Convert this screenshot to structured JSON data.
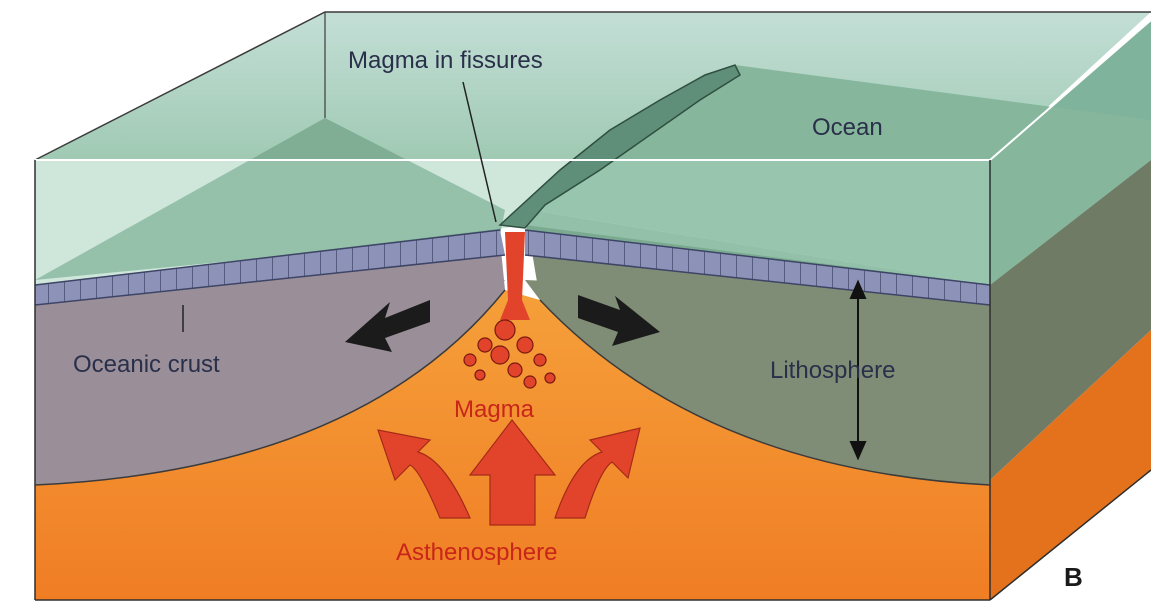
{
  "labels": {
    "magma_in_fissures": "Magma in fissures",
    "ocean": "Ocean",
    "oceanic_crust": "Oceanic crust",
    "lithosphere": "Lithosphere",
    "magma": "Magma",
    "asthenosphere": "Asthenosphere",
    "figure_letter": "B"
  },
  "colors": {
    "ocean_top": "#9ec9b4",
    "ocean_front": "#8fc0a6",
    "crust": "#8d93b8",
    "lithosphere_left": "#9a8f98",
    "lithosphere_right": "#7f8c74",
    "asthenosphere": "#f2932f",
    "magma": "#e2442b",
    "arrow_black": "#1b1b1b"
  }
}
